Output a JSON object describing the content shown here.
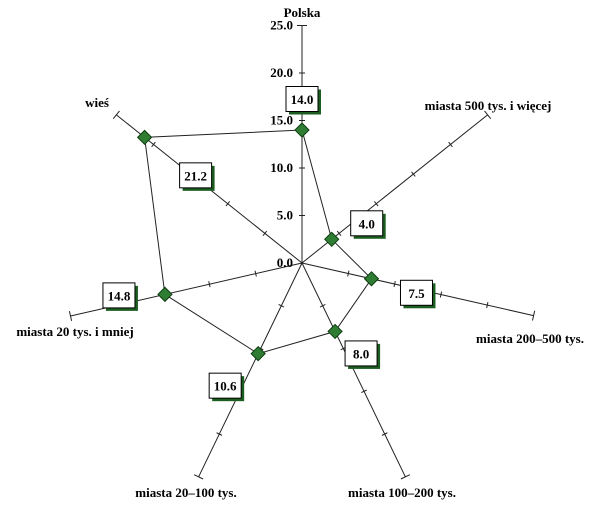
{
  "chart_data": {
    "type": "radar",
    "categories": [
      "Polska",
      "miasta 500 tys. i więcej",
      "miasta 200–500 tys.",
      "miasta 100–200 tys.",
      "miasta 20–100 tys.",
      "miasta 20 tys. i mniej",
      "wieś"
    ],
    "values": [
      14.0,
      4.0,
      7.5,
      8.0,
      10.6,
      14.8,
      21.2
    ],
    "value_labels": [
      "14.0",
      "4.0",
      "7.5",
      "8.0",
      "10.6",
      "14.8",
      "21.2"
    ],
    "rlim": [
      0,
      25
    ],
    "r_ticks": [
      "0.0",
      "5.0",
      "10.0",
      "15.0",
      "20.0",
      "25.0"
    ],
    "grid": false,
    "marker_color": "#2e7d32"
  }
}
